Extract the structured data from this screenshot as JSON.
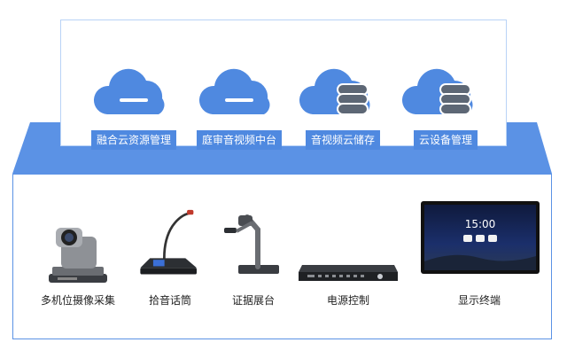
{
  "cloud_services": [
    {
      "label": "融合云资源管理",
      "icon": "cloud-icon"
    },
    {
      "label": "庭审音视频中台",
      "icon": "cloud-icon"
    },
    {
      "label": "音视频云储存",
      "icon": "cloud-database-icon"
    },
    {
      "label": "云设备管理",
      "icon": "cloud-database-icon"
    }
  ],
  "devices": [
    {
      "label": "多机位摄像采集",
      "icon": "ptz-camera-icon"
    },
    {
      "label": "拾音话筒",
      "icon": "gooseneck-microphone-icon"
    },
    {
      "label": "证据展台",
      "icon": "document-camera-icon"
    },
    {
      "label": "电源控制",
      "icon": "power-controller-icon"
    },
    {
      "label": "显示终端",
      "icon": "display-terminal-icon"
    }
  ],
  "display_screen": {
    "time": "15:00"
  },
  "colors": {
    "accent": "#4f89e0",
    "wedge": "#5b92e5",
    "database": "#5d6775"
  }
}
